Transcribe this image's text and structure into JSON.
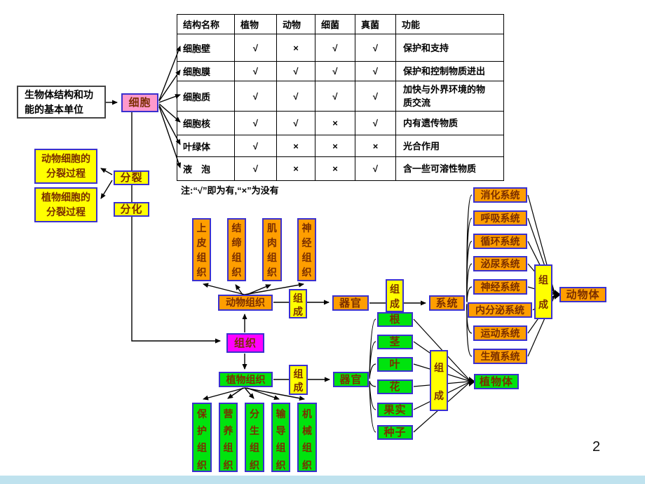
{
  "table": {
    "headers": [
      "结构名称",
      "植物",
      "动物",
      "细菌",
      "真菌",
      "功能"
    ],
    "rows": [
      {
        "name": "细胞壁",
        "plant": "√",
        "animal": "×",
        "bacteria": "√",
        "fungi": "√",
        "function": "保护和支持"
      },
      {
        "name": "细胞膜",
        "plant": "√",
        "animal": "√",
        "bacteria": "√",
        "fungi": "√",
        "function": "保护和控制物质进出"
      },
      {
        "name": "细胞质",
        "plant": "√",
        "animal": "√",
        "bacteria": "√",
        "fungi": "√",
        "function": "加快与外界环境的物质交流"
      },
      {
        "name": "细胞核",
        "plant": "√",
        "animal": "√",
        "bacteria": "×",
        "fungi": "√",
        "function": "内有遗传物质"
      },
      {
        "name": "叶绿体",
        "plant": "√",
        "animal": "×",
        "bacteria": "×",
        "fungi": "×",
        "function": "光合作用"
      },
      {
        "name": "液　泡",
        "plant": "√",
        "animal": "×",
        "bacteria": "×",
        "fungi": "√",
        "function": "含一些可溶性物质"
      }
    ],
    "note": "注:“√”即为有,“×”为没有"
  },
  "nodes": {
    "unit": "生物体结构和功\n能的基本单位",
    "cell": "细胞",
    "division": "分裂",
    "differentiation": "分化",
    "animal_cell_division": "动物细胞的\n分裂过程",
    "plant_cell_division": "植物细胞的\n分裂过程",
    "tissue": "组织",
    "animal_tissue": "动物组织",
    "epithelial": "上皮组织",
    "connective": "结缔组织",
    "muscle": "肌肉组织",
    "nervous": "神经组织",
    "compose": "组成",
    "organ": "器官",
    "system": "系统",
    "systems": [
      "消化系统",
      "呼吸系统",
      "循环系统",
      "泌尿系统",
      "神经系统",
      "内分泌系统",
      "运动系统",
      "生殖系统"
    ],
    "animal_body": "动物体",
    "plant_tissue": "植物组织",
    "protective": "保护组织",
    "nutritive": "营养组织",
    "meristematic": "分生组织",
    "conducting": "输导组织",
    "mechanical": "机械组织",
    "plant_organs": [
      "根",
      "茎",
      "叶",
      "花",
      "果实",
      "种子"
    ],
    "plant_body": "植物体"
  },
  "page_number": "2"
}
